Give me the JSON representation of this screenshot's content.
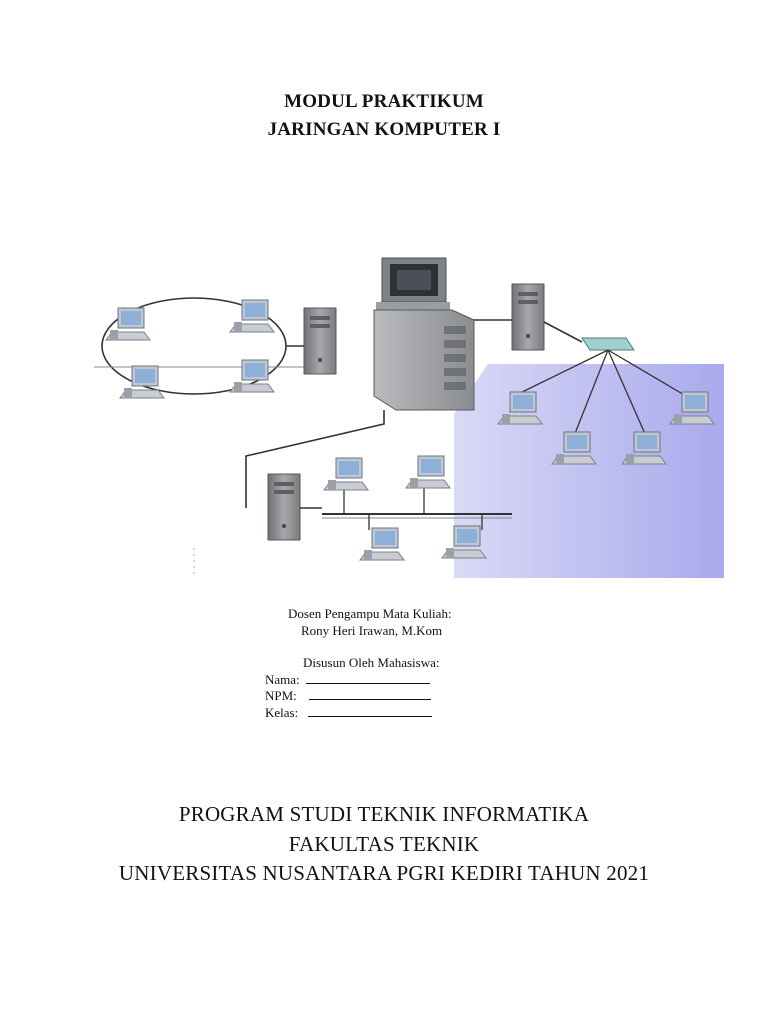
{
  "header": {
    "title_line1": "MODUL PRAKTIKUM",
    "title_line2": "JARINGAN KOMPUTER I"
  },
  "lecturer": {
    "label": "Dosen Pengampu Mata Kuliah:",
    "name": "Rony Heri Irawan, M.Kom"
  },
  "student": {
    "label": "Disusun Oleh Mahasiswa:",
    "fields": [
      "Nama:",
      "NPM:",
      "Kelas:"
    ]
  },
  "footer": {
    "line1": "PROGRAM STUDI TEKNIK INFORMATIKA",
    "line2": "FAKULTAS TEKNIK",
    "line3": "UNIVERSITAS NUSANTARA PGRI KEDIRI TAHUN 2021"
  },
  "colors": {
    "panel": "#b9b9f2",
    "device": "#8d8f92",
    "screen": "#9fb6d6"
  }
}
